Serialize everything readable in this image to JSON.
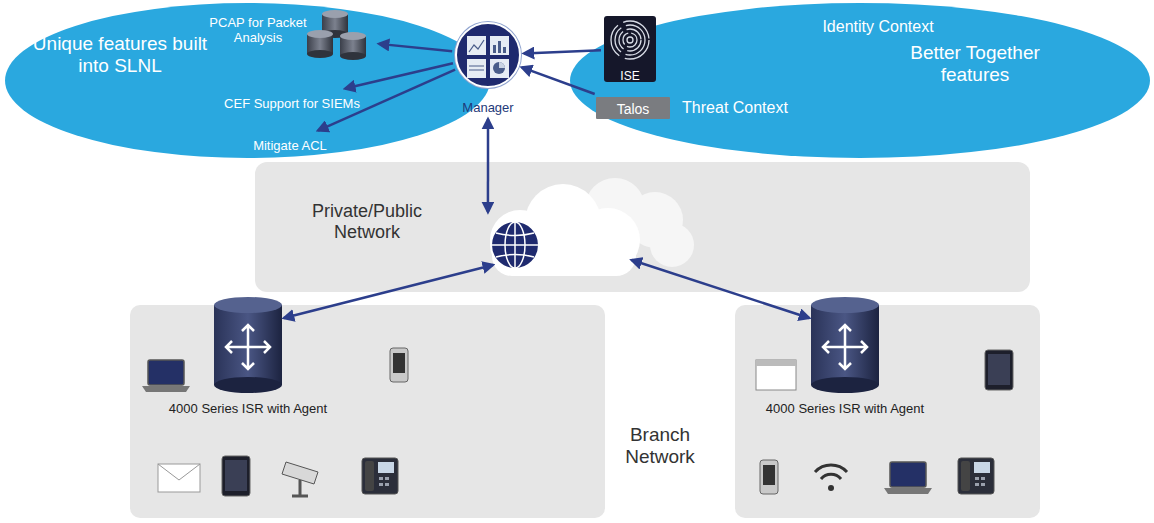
{
  "diagram": {
    "nodes": [
      {
        "text": [
          "Unique features built into SLNL"
        ]
      },
      {
        "text": [
          "PCAP for Packet Analysis"
        ],
        "in": 0
      },
      {
        "text": [
          "CEF Support for SIEMs"
        ],
        "in": 0
      },
      {
        "text": [
          "Mitigate ACL"
        ],
        "in": 0
      },
      {
        "text": [
          "Manager"
        ]
      },
      {
        "text": [
          "Identity Context",
          "Better Together features",
          "Threat Context"
        ]
      },
      {
        "text": [
          "ISE"
        ],
        "in": 5
      },
      {
        "text": [
          "Talos"
        ],
        "in": 5
      },
      {
        "text": [
          "Private/Public Network"
        ]
      },
      {
        "text": [
          "4000 Series ISR with Agent"
        ]
      },
      {
        "text": [
          "4000 Series ISR with Agent"
        ]
      }
    ],
    "edges": [
      {
        "from": 4,
        "to": 1,
        "arrow": "to"
      },
      {
        "from": 4,
        "to": 2,
        "arrow": "to"
      },
      {
        "from": 4,
        "to": 3,
        "arrow": "to"
      },
      {
        "from": 6,
        "to": 4,
        "arrow": "to"
      },
      {
        "from": 7,
        "to": 4,
        "arrow": "to"
      },
      {
        "from": 4,
        "to": 8,
        "arrow": "both"
      },
      {
        "from": 8,
        "to": 9,
        "arrow": "both"
      },
      {
        "from": 8,
        "to": 10,
        "arrow": "both"
      }
    ],
    "labels": [
      "Branch Network"
    ]
  }
}
